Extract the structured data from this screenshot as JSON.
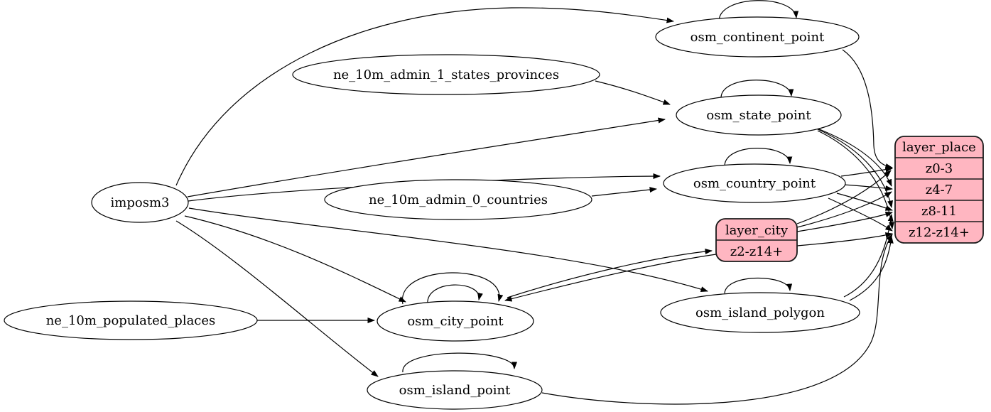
{
  "diagram": {
    "type": "graphviz-etl-flow",
    "background_color": "#ffffff",
    "node_fill_color": "#ffffff",
    "record_fill_color": "#ffb6c1",
    "stroke_color": "#000000",
    "nodes": {
      "imposm3": {
        "label": "imposm3",
        "shape": "ellipse"
      },
      "ne_10m_admin_1_states_provinces": {
        "label": "ne_10m_admin_1_states_provinces",
        "shape": "ellipse"
      },
      "ne_10m_admin_0_countries": {
        "label": "ne_10m_admin_0_countries",
        "shape": "ellipse"
      },
      "ne_10m_populated_places": {
        "label": "ne_10m_populated_places",
        "shape": "ellipse"
      },
      "osm_continent_point": {
        "label": "osm_continent_point",
        "shape": "ellipse"
      },
      "osm_state_point": {
        "label": "osm_state_point",
        "shape": "ellipse"
      },
      "osm_country_point": {
        "label": "osm_country_point",
        "shape": "ellipse"
      },
      "osm_city_point": {
        "label": "osm_city_point",
        "shape": "ellipse"
      },
      "osm_island_polygon": {
        "label": "osm_island_polygon",
        "shape": "ellipse"
      },
      "osm_island_point": {
        "label": "osm_island_point",
        "shape": "ellipse"
      }
    },
    "records": {
      "layer_place": {
        "title": "layer_place",
        "rows": [
          "z0-3",
          "z4-7",
          "z8-11",
          "z12-z14+"
        ]
      },
      "layer_city": {
        "title": "layer_city",
        "rows": [
          "z2-z14+"
        ]
      }
    },
    "edges": [
      {
        "from": "imposm3",
        "to": "osm_continent_point"
      },
      {
        "from": "imposm3",
        "to": "osm_state_point"
      },
      {
        "from": "imposm3",
        "to": "osm_country_point"
      },
      {
        "from": "imposm3",
        "to": "osm_city_point"
      },
      {
        "from": "imposm3",
        "to": "osm_island_polygon"
      },
      {
        "from": "imposm3",
        "to": "osm_island_point"
      },
      {
        "from": "ne_10m_admin_1_states_provinces",
        "to": "osm_state_point"
      },
      {
        "from": "ne_10m_admin_0_countries",
        "to": "osm_country_point"
      },
      {
        "from": "ne_10m_populated_places",
        "to": "osm_city_point"
      },
      {
        "from": "osm_continent_point",
        "to": "osm_continent_point",
        "self_loop": true
      },
      {
        "from": "osm_state_point",
        "to": "osm_state_point",
        "self_loop": true
      },
      {
        "from": "osm_country_point",
        "to": "osm_country_point",
        "self_loop": true
      },
      {
        "from": "osm_city_point",
        "to": "osm_city_point",
        "self_loop": true
      },
      {
        "from": "osm_city_point",
        "to": "osm_city_point",
        "self_loop": true
      },
      {
        "from": "osm_island_polygon",
        "to": "osm_island_polygon",
        "self_loop": true
      },
      {
        "from": "osm_island_point",
        "to": "osm_island_point",
        "self_loop": true
      },
      {
        "from": "osm_continent_point",
        "to": "layer_place:z0-3"
      },
      {
        "from": "osm_state_point",
        "to": "layer_place:z4-7"
      },
      {
        "from": "osm_state_point",
        "to": "layer_place:z8-11"
      },
      {
        "from": "osm_state_point",
        "to": "layer_place:z12-z14+"
      },
      {
        "from": "osm_country_point",
        "to": "layer_place:z0-3"
      },
      {
        "from": "osm_country_point",
        "to": "layer_place:z4-7"
      },
      {
        "from": "osm_country_point",
        "to": "layer_place:z8-11"
      },
      {
        "from": "osm_country_point",
        "to": "layer_place:z12-z14+"
      },
      {
        "from": "osm_city_point",
        "to": "layer_city:z2-z14+"
      },
      {
        "from": "layer_city",
        "to": "osm_city_point"
      },
      {
        "from": "layer_city",
        "to": "layer_place:z0-3"
      },
      {
        "from": "layer_city",
        "to": "layer_place:z4-7"
      },
      {
        "from": "layer_city",
        "to": "layer_place:z8-11"
      },
      {
        "from": "layer_city",
        "to": "layer_place:z12-z14+"
      },
      {
        "from": "osm_island_polygon",
        "to": "layer_place:z8-11"
      },
      {
        "from": "osm_island_polygon",
        "to": "layer_place:z12-z14+"
      },
      {
        "from": "osm_island_point",
        "to": "layer_place:z12-z14+"
      }
    ]
  }
}
